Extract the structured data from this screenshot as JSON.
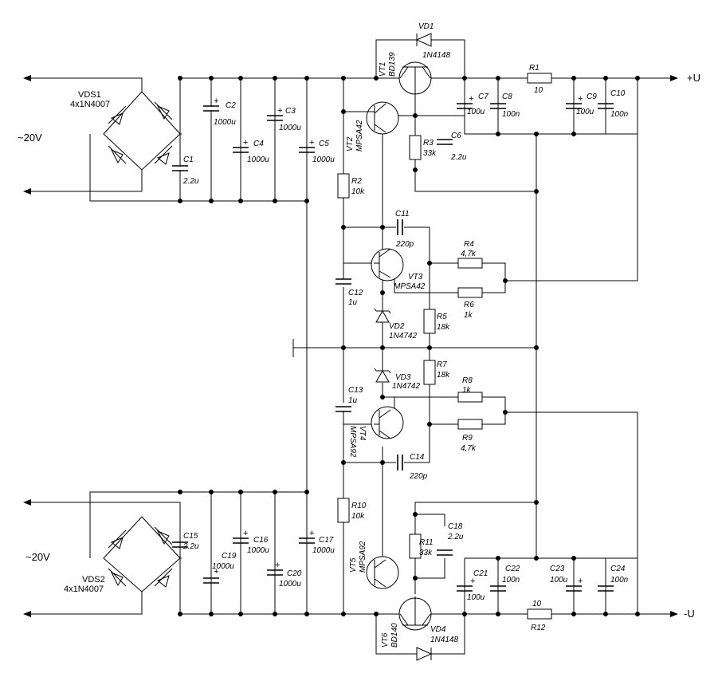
{
  "rails": {
    "pos": "+U",
    "neg": "-U"
  },
  "inputs": {
    "top": "~20V",
    "bottom": "~20V"
  },
  "bridges": {
    "top": {
      "ref": "VDS1",
      "value": "4x1N4007"
    },
    "bottom": {
      "ref": "VDS2",
      "value": "4x1N4007"
    }
  },
  "caps": {
    "C1": {
      "ref": "C1",
      "value": "2.2u"
    },
    "C2": {
      "ref": "C2",
      "value": "1000u"
    },
    "C3": {
      "ref": "C3",
      "value": "1000u"
    },
    "C4": {
      "ref": "C4",
      "value": "1000u"
    },
    "C5": {
      "ref": "C5",
      "value": "1000u"
    },
    "C6": {
      "ref": "C6",
      "value": "2.2u"
    },
    "C7": {
      "ref": "C7",
      "value": "100u"
    },
    "C8": {
      "ref": "C8",
      "value": "100n"
    },
    "C9": {
      "ref": "C9",
      "value": "100u"
    },
    "C10": {
      "ref": "C10",
      "value": "100n"
    },
    "C11": {
      "ref": "C11",
      "value": "220p"
    },
    "C12": {
      "ref": "C12",
      "value": "1u"
    },
    "C13": {
      "ref": "C13",
      "value": "1u"
    },
    "C14": {
      "ref": "C14",
      "value": "220p"
    },
    "C15": {
      "ref": "C15",
      "value": "2.2u"
    },
    "C16": {
      "ref": "C16",
      "value": "1000u"
    },
    "C17": {
      "ref": "C17",
      "value": "1000u"
    },
    "C18": {
      "ref": "C18",
      "value": "2.2u"
    },
    "C19": {
      "ref": "C19",
      "value": "1000u"
    },
    "C20": {
      "ref": "C20",
      "value": "1000u"
    },
    "C21": {
      "ref": "C21",
      "value": "100u"
    },
    "C22": {
      "ref": "C22",
      "value": "100n"
    },
    "C23": {
      "ref": "C23",
      "value": "100u"
    },
    "C24": {
      "ref": "C24",
      "value": "100n"
    }
  },
  "resistors": {
    "R1": {
      "ref": "R1",
      "value": "10"
    },
    "R2": {
      "ref": "R2",
      "value": "10k"
    },
    "R3": {
      "ref": "R3",
      "value": "33k"
    },
    "R4": {
      "ref": "R4",
      "value": "4,7k"
    },
    "R5": {
      "ref": "R5",
      "value": "18k"
    },
    "R6": {
      "ref": "R6",
      "value": "1k"
    },
    "R7": {
      "ref": "R7",
      "value": "18k"
    },
    "R8": {
      "ref": "R8",
      "value": "1k"
    },
    "R9": {
      "ref": "R9",
      "value": "4,7k"
    },
    "R10": {
      "ref": "R10",
      "value": "10k"
    },
    "R11": {
      "ref": "R11",
      "value": "33k"
    },
    "R12": {
      "ref": "R12",
      "value": "10"
    }
  },
  "diodes": {
    "VD1": {
      "ref": "VD1",
      "value": "1N4148"
    },
    "VD2": {
      "ref": "VD2",
      "value": "1N4742"
    },
    "VD3": {
      "ref": "VD3",
      "value": "1N4742"
    },
    "VD4": {
      "ref": "VD4",
      "value": "1N4148"
    }
  },
  "transistors": {
    "VT1": {
      "ref": "VT1",
      "value": "BD139"
    },
    "VT2": {
      "ref": "VT2",
      "value": "MPSA42"
    },
    "VT3": {
      "ref": "VT3",
      "value": "MPSA42"
    },
    "VT4": {
      "ref": "VT4",
      "value": "MPSA92"
    },
    "VT5": {
      "ref": "VT5",
      "value": "MPSA92"
    },
    "VT6": {
      "ref": "VT6",
      "value": "BD140"
    }
  }
}
